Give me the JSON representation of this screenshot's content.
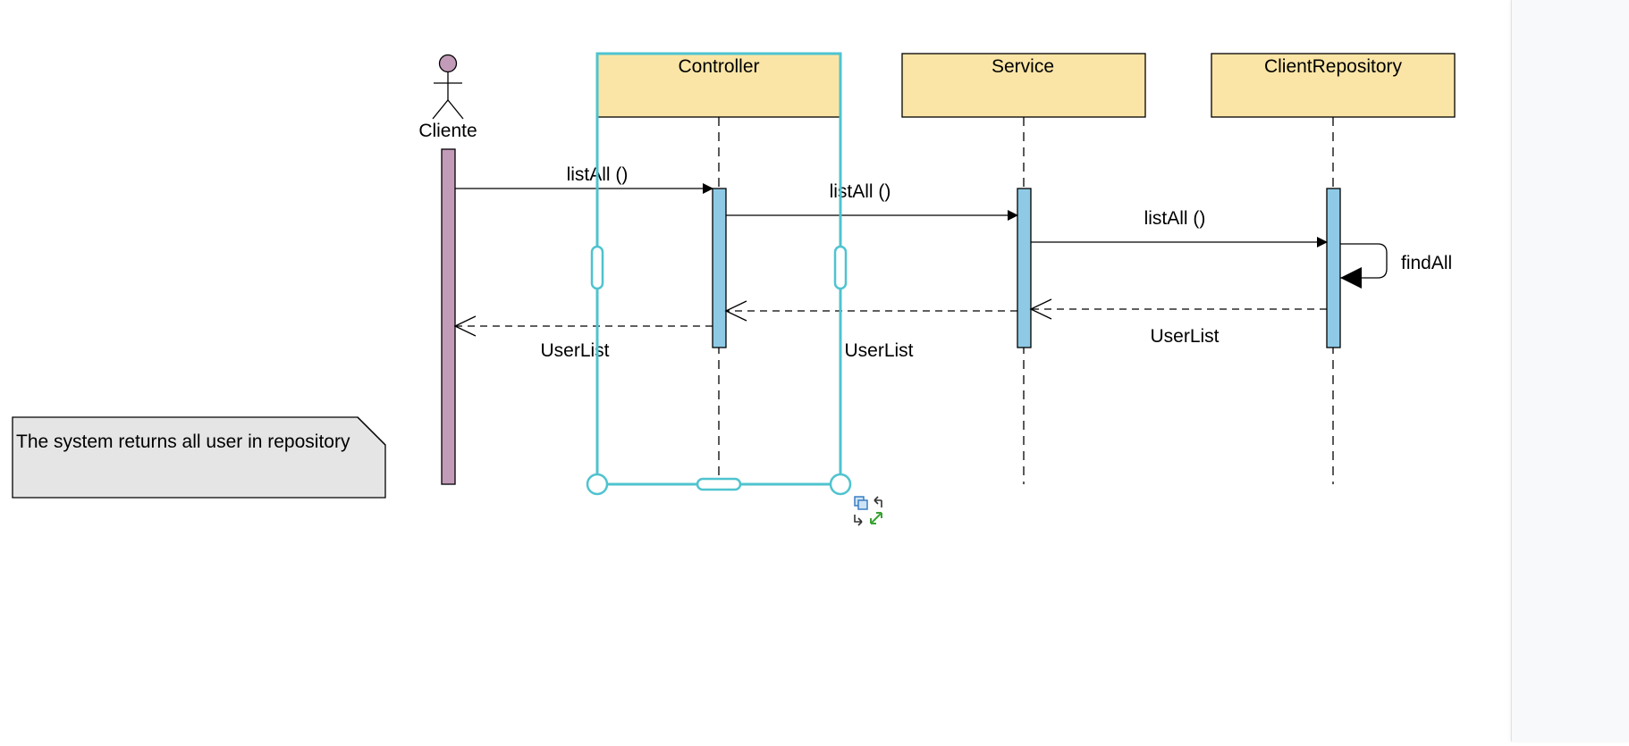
{
  "diagram": {
    "actor": {
      "label": "Cliente"
    },
    "participants": [
      {
        "id": "controller",
        "label": "Controller"
      },
      {
        "id": "service",
        "label": "Service"
      },
      {
        "id": "repository",
        "label": "ClientRepository"
      }
    ],
    "messages": [
      {
        "id": "msg1",
        "label": "listAll ()",
        "from": "Cliente",
        "to": "Controller",
        "kind": "sync"
      },
      {
        "id": "msg2",
        "label": "listAll ()",
        "from": "Controller",
        "to": "Service",
        "kind": "sync"
      },
      {
        "id": "msg3",
        "label": "listAll ()",
        "from": "Service",
        "to": "ClientRepository",
        "kind": "sync"
      },
      {
        "id": "msg4",
        "label": "findAll",
        "from": "ClientRepository",
        "to": "ClientRepository",
        "kind": "self"
      },
      {
        "id": "ret1",
        "label": "UserList",
        "from": "ClientRepository",
        "to": "Service",
        "kind": "return"
      },
      {
        "id": "ret2",
        "label": "UserList",
        "from": "Service",
        "to": "Controller",
        "kind": "return"
      },
      {
        "id": "ret3",
        "label": "UserList",
        "from": "Controller",
        "to": "Cliente",
        "kind": "return"
      }
    ],
    "note": {
      "text": "The system returns all user in repository"
    },
    "colors": {
      "participant_fill": "#fae5a6",
      "activation_fill": "#8ecae6",
      "actor_fill": "#c29bb9",
      "note_fill": "#e5e5e5",
      "selection": "#4fc3cf"
    },
    "selected": "Controller"
  }
}
